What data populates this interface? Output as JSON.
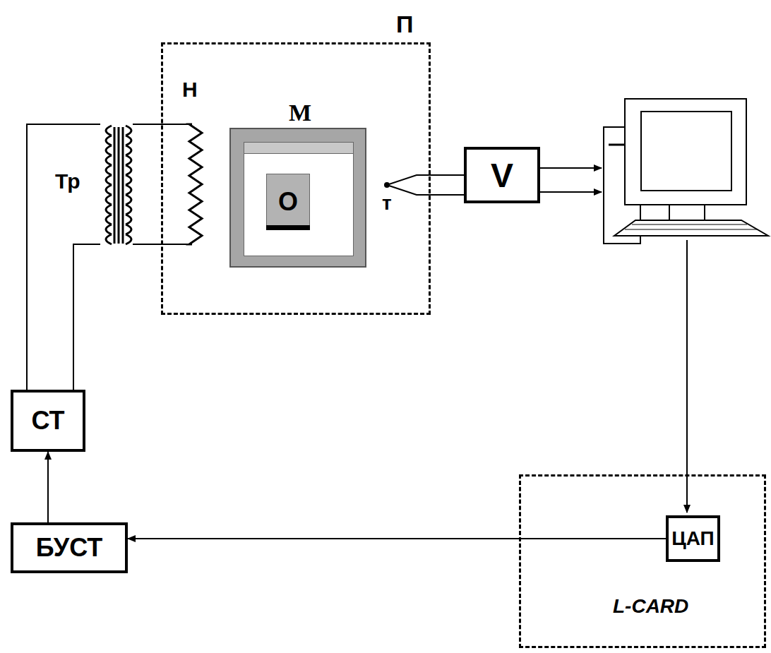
{
  "diagram": {
    "nodes": [
      {
        "text": [
          "П"
        ]
      },
      {
        "text": [
          "M"
        ],
        "in": 0
      },
      {
        "text": [
          "O"
        ],
        "in": 1
      },
      {
        "text": [
          "V"
        ]
      },
      {
        "text": [
          "СТ"
        ]
      },
      {
        "text": [
          "БУСТ"
        ]
      },
      {
        "text": [
          "L-CARD"
        ]
      },
      {
        "text": [
          "ЦАП"
        ],
        "in": 6
      }
    ],
    "edges": [
      {
        "from": 5,
        "to": 4,
        "arrow": "to"
      },
      {
        "from": 7,
        "to": 5,
        "arrow": "to"
      }
    ],
    "labels": [
      "Тр",
      "Н",
      "т"
    ]
  }
}
